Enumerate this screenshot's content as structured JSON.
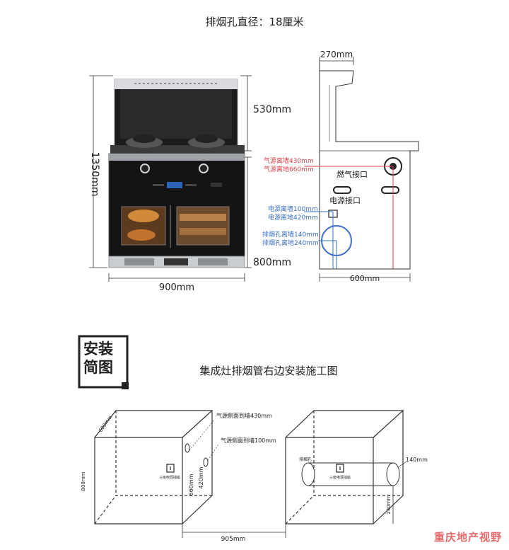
{
  "header": {
    "title": "排烟孔直径：18厘米"
  },
  "front_view": {
    "dim_top_height": "530mm",
    "dim_total_height": "1350mm",
    "dim_body_height": "800mm",
    "dim_width": "900mm"
  },
  "side_view": {
    "dim_top_depth": "270mm",
    "dim_depth": "600mm",
    "gas_label": "燃气接口",
    "power_label": "电源接口",
    "gas_wall": "气源离墙430mm",
    "gas_floor": "气源离地660mm",
    "power_wall": "电源离墙100mm",
    "power_floor": "电源离地420mm",
    "exhaust_wall": "排烟孔离墙140mm",
    "exhaust_floor": "排烟孔离地240mm"
  },
  "logo": {
    "line1": "安装",
    "line2": "简图"
  },
  "section_title": "集成灶排烟管右边安装施工图",
  "bottom_diagram": {
    "depth": "600mm",
    "height": "800mm",
    "gas_side": "气源侧面到墙430mm",
    "power_side": "气源侧面到墙100mm",
    "gas_height": "660mm",
    "power_height": "420mm",
    "socket_label": "三级电源插座",
    "width": "905mm",
    "exhaust_label": "排烟孔",
    "socket_label_right": "三级电源插座",
    "exhaust_dia": "140mm",
    "exhaust_height": "240mm"
  },
  "watermark": "重庆地产视野",
  "colors": {
    "red": "#d8434e",
    "blue": "#3a6fc2",
    "stove": "#111111",
    "steel": "#b9bcc0"
  }
}
